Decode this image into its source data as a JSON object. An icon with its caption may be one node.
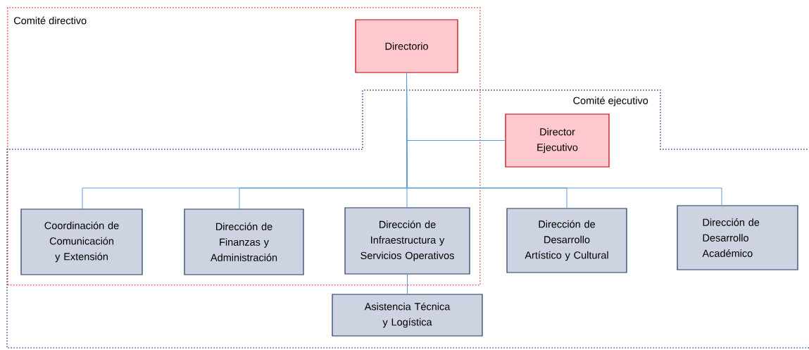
{
  "diagram": {
    "nodes": [
      {
        "text": [
          "Comité directivo"
        ]
      },
      {
        "text": [
          "Directorio"
        ],
        "in": 0
      },
      {
        "text": [
          "Comité ejecutivo"
        ]
      },
      {
        "text": [
          "Director Ejecutivo"
        ],
        "in": 2
      },
      {
        "text": [
          "Coordinación de Comunicación y Extensión"
        ]
      },
      {
        "text": [
          "Dirección de Finanzas y Administración"
        ]
      },
      {
        "text": [
          "Dirección de Infraestructura y Servicios Operativos"
        ]
      },
      {
        "text": [
          "Dirección de Desarrollo Artístico y Cultural"
        ],
        "in": 2
      },
      {
        "text": [
          "Dirección de Desarrollo Académico"
        ],
        "in": 2
      },
      {
        "text": [
          "Asistencia Técnica y Logística"
        ],
        "in": 2
      }
    ],
    "edges": [
      {
        "from": 1,
        "to": 3,
        "arrow": "none"
      },
      {
        "from": 1,
        "to": 4,
        "arrow": "none"
      },
      {
        "from": 1,
        "to": 5,
        "arrow": "none"
      },
      {
        "from": 1,
        "to": 6,
        "arrow": "none"
      },
      {
        "from": 1,
        "to": 7,
        "arrow": "none"
      },
      {
        "from": 1,
        "to": 8,
        "arrow": "none"
      },
      {
        "from": 6,
        "to": 9,
        "arrow": "none"
      }
    ]
  }
}
